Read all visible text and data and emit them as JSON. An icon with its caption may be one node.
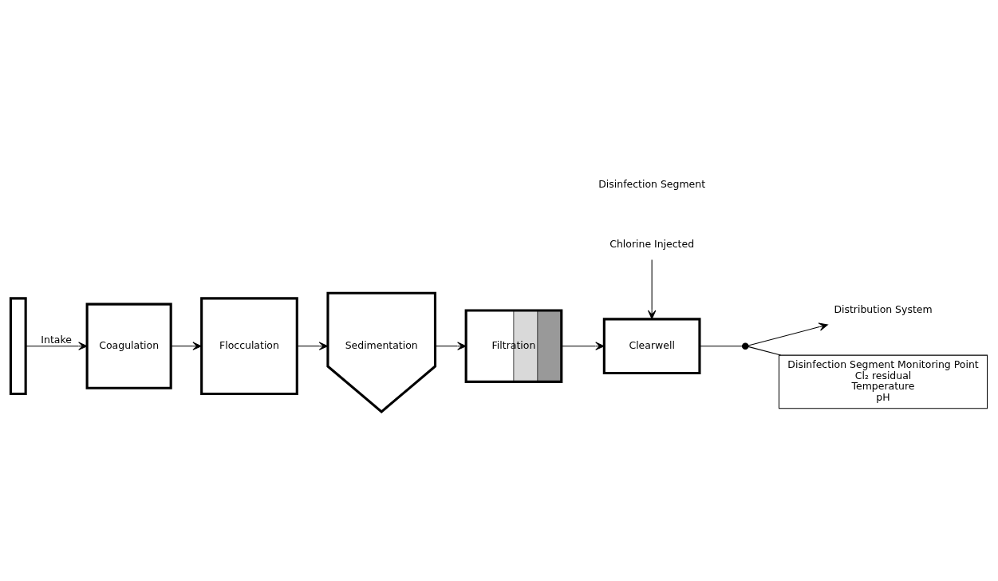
{
  "diagram": {
    "nodes": [
      {
        "text": [],
        "shape": "bar"
      },
      {
        "text": [
          "Coagulation"
        ]
      },
      {
        "text": [
          "Flocculation"
        ]
      },
      {
        "text": [
          "Sedimentation"
        ]
      },
      {
        "text": [
          "Filtration"
        ]
      },
      {
        "text": [
          "Clearwell"
        ]
      },
      {
        "text": [
          "Distribution System"
        ]
      },
      {
        "text": [
          "Chlorine Injected"
        ]
      },
      {
        "text": [
          "Disinfection Segment Monitoring Point",
          "Cl₂ residual",
          "Temperature",
          "pH"
        ]
      },
      {
        "text": [],
        "shape": "circle"
      }
    ],
    "edges": [
      {
        "from": 0,
        "to": 1,
        "arrow": "to",
        "label": "Intake"
      },
      {
        "from": 1,
        "to": 2,
        "arrow": "to"
      },
      {
        "from": 2,
        "to": 3,
        "arrow": "to"
      },
      {
        "from": 3,
        "to": 4,
        "arrow": "to"
      },
      {
        "from": 4,
        "to": 5,
        "arrow": "to"
      },
      {
        "from": 7,
        "to": 5,
        "arrow": "to"
      },
      {
        "from": 5,
        "to": 9,
        "arrow": "none"
      },
      {
        "from": 9,
        "to": 6,
        "arrow": "to"
      },
      {
        "from": 9,
        "to": 8,
        "arrow": "none"
      }
    ],
    "labels": [
      "Disinfection Segment"
    ]
  }
}
